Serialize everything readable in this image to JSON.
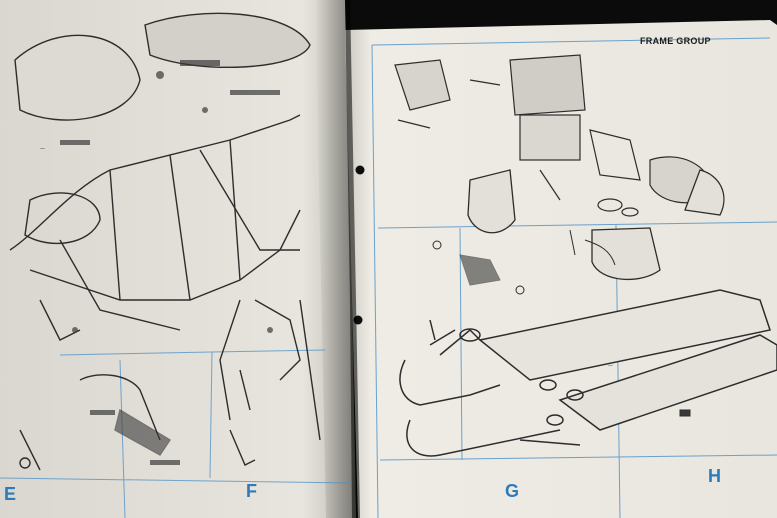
{
  "right_page": {
    "header": "FRAME GROUP",
    "columns": [
      "G",
      "H"
    ]
  },
  "left_page": {
    "columns": [
      "E",
      "F"
    ]
  },
  "colors": {
    "grid_blue": "#4a8fc7",
    "label_blue": "#2f7bb8",
    "paper": "#eceae2",
    "background": "#0b0b0b"
  }
}
